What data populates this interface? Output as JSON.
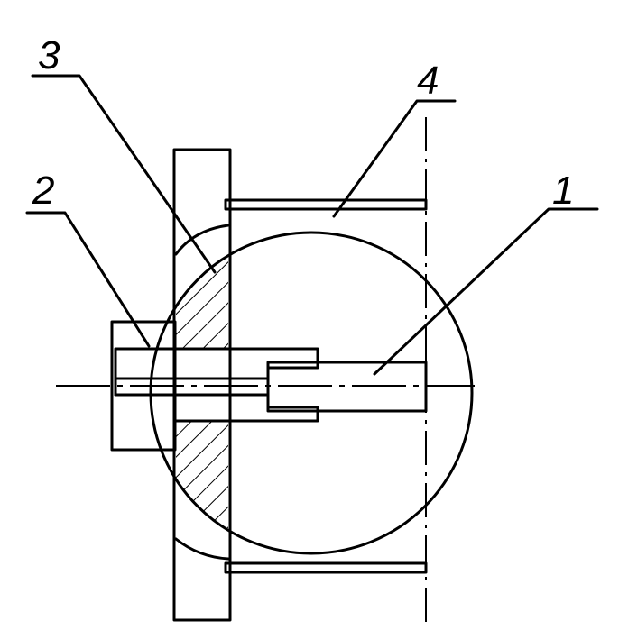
{
  "figure": {
    "callouts": [
      {
        "id": "part-1",
        "text": "1"
      },
      {
        "id": "part-2",
        "text": "2"
      },
      {
        "id": "part-3",
        "text": "3"
      },
      {
        "id": "part-4",
        "text": "4"
      }
    ],
    "colors": {
      "ink": "#000000",
      "paper": "#ffffff"
    }
  }
}
